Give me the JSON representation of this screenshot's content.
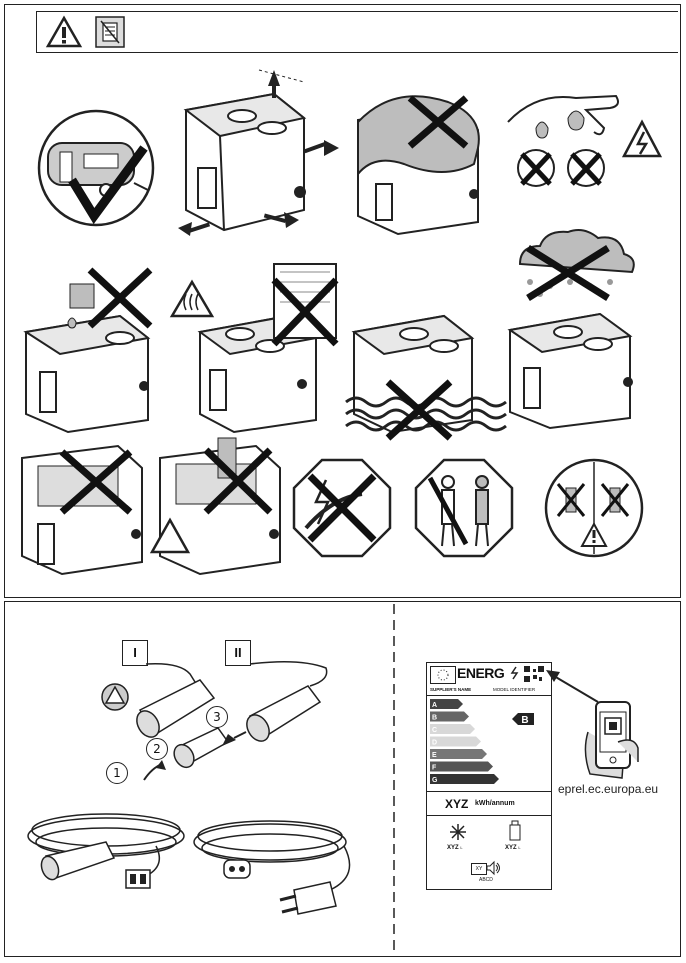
{
  "header": {
    "warning_icon": "warning-triangle-icon",
    "manual_icon": "read-manual-icon"
  },
  "cables": {
    "label_1": "I",
    "label_2": "II",
    "step_1": "1",
    "step_2": "2",
    "step_3": "3"
  },
  "energy_label": {
    "title": "ENERG",
    "supplier": "SUPPLIER'S NAME",
    "model": "MODEL IDENTIFIER",
    "classes": [
      "A",
      "B",
      "C",
      "D",
      "E",
      "F",
      "G"
    ],
    "rating": "B",
    "consumption_value": "XYZ",
    "consumption_unit": "kWh/annum",
    "volume_frozen": "XYZ",
    "volume_fresh": "XYZ",
    "volume_unit": "L",
    "noise_value": "XY",
    "noise_unit": "dB",
    "noise_classes": "ABCD"
  },
  "eprel_url": "eprel.ec.europa.eu",
  "colors": {
    "stroke": "#222222",
    "grey": "#bdbdbd"
  }
}
